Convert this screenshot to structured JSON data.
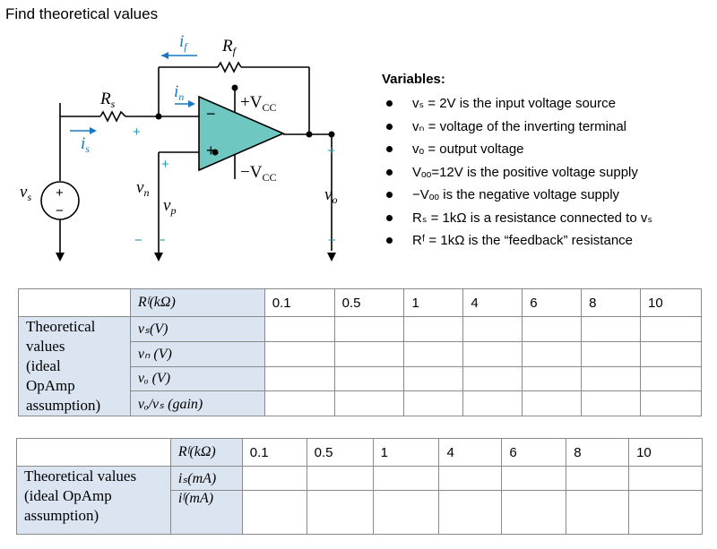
{
  "page": {
    "title": "Find theoretical values"
  },
  "circuit": {
    "labels": {
      "i_f": "i",
      "i_f_sub": "f",
      "R_f": "R",
      "R_f_sub": "f",
      "R_s": "R",
      "R_s_sub": "s",
      "i_n": "i",
      "i_n_sub": "n",
      "i_s": "i",
      "i_s_sub": "s",
      "plus_vcc": "+V",
      "plus_vcc_sub": "CC",
      "minus_vcc": "−V",
      "minus_vcc_sub": "CC",
      "v_s": "v",
      "v_s_sub": "s",
      "v_n": "v",
      "v_n_sub": "n",
      "v_p": "v",
      "v_p_sub": "p",
      "v_o": "v",
      "v_o_sub": "o",
      "plus": "+",
      "minus": "−"
    }
  },
  "variables": {
    "heading": "Variables:",
    "items": [
      "vₛ = 2V is the input voltage source",
      "vₙ = voltage of the inverting terminal",
      "vₒ = output voltage",
      "Vₒₒ=12V is the positive voltage supply",
      "−Vₒₒ is the negative voltage supply",
      "Rₛ = 1kΩ is a resistance connected to vₛ",
      "Rᶠ = 1kΩ is the “feedback” resistance"
    ]
  },
  "table1": {
    "header_label": "Rᶠ(kΩ)",
    "columns": [
      "0.1",
      "0.5",
      "1",
      "4",
      "6",
      "8",
      "10"
    ],
    "group_label": "Theoretical values (ideal OpAmp assumption)",
    "group_lines": [
      "Theoretical",
      "values",
      "(ideal",
      "OpAmp",
      "assumption)"
    ],
    "rows": [
      "vₛ(V)",
      "vₙ (V)",
      "vₒ (V)",
      "vₒ/vₛ (gain)"
    ]
  },
  "table2": {
    "header_label": "Rᶠ(kΩ)",
    "columns": [
      "0.1",
      "0.5",
      "1",
      "4",
      "6",
      "8",
      "10"
    ],
    "group_lines": [
      "Theoretical values",
      "(ideal OpAmp",
      "assumption)"
    ],
    "rows": [
      "iₛ(mA)",
      "iᶠ(mA)"
    ]
  }
}
